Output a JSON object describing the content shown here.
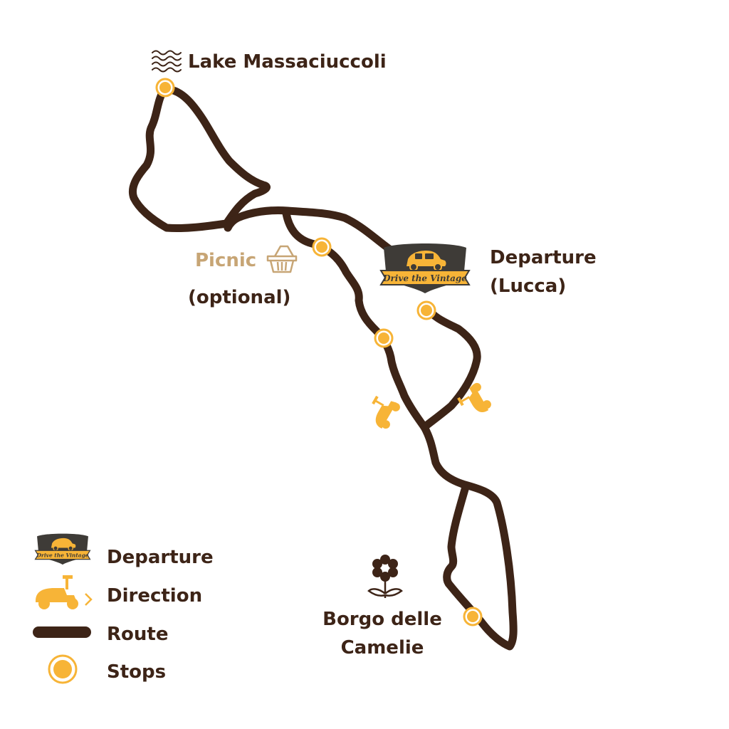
{
  "colors": {
    "route": "#3d2417",
    "stop": "#f7b437",
    "stop_ring": "#f7b437",
    "label": "#3d2417",
    "picnic": "#c7a575",
    "badge_bg": "#3e3b37",
    "banner": "#f7b437"
  },
  "places": {
    "lake": "Lake Massaciuccoli",
    "picnic": "Picnic",
    "picnic_note": "(optional)",
    "departure_line1": "Departure",
    "departure_line2": "(Lucca)",
    "borgo_line1": "Borgo delle",
    "borgo_line2": "Camelie"
  },
  "badge": {
    "brand": "Drive the Vintage"
  },
  "icons": {
    "lake": "waves-icon",
    "picnic": "basket-icon",
    "borgo": "flower-icon",
    "direction": "scooter-icon",
    "departure": "vintage-car-badge-icon"
  },
  "legend": {
    "departure": "Departure",
    "direction": "Direction",
    "route": "Route",
    "stops": "Stops"
  }
}
